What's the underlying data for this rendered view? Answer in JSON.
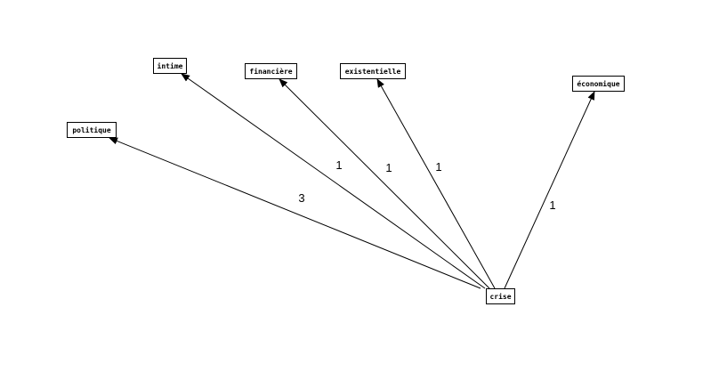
{
  "nodes": [
    {
      "id": "crise",
      "label": "crise"
    },
    {
      "id": "intime",
      "label": "intime"
    },
    {
      "id": "financiere",
      "label": "financière"
    },
    {
      "id": "existentielle",
      "label": "existentielle"
    },
    {
      "id": "economique",
      "label": "économique"
    },
    {
      "id": "politique",
      "label": "politique"
    }
  ],
  "edges": [
    {
      "from": "crise",
      "to": "politique",
      "weight": "3"
    },
    {
      "from": "crise",
      "to": "intime",
      "weight": "1"
    },
    {
      "from": "crise",
      "to": "financiere",
      "weight": "1"
    },
    {
      "from": "crise",
      "to": "existentielle",
      "weight": "1"
    },
    {
      "from": "crise",
      "to": "economique",
      "weight": "1"
    }
  ],
  "colors": {
    "stroke": "#000000",
    "background": "#ffffff"
  }
}
